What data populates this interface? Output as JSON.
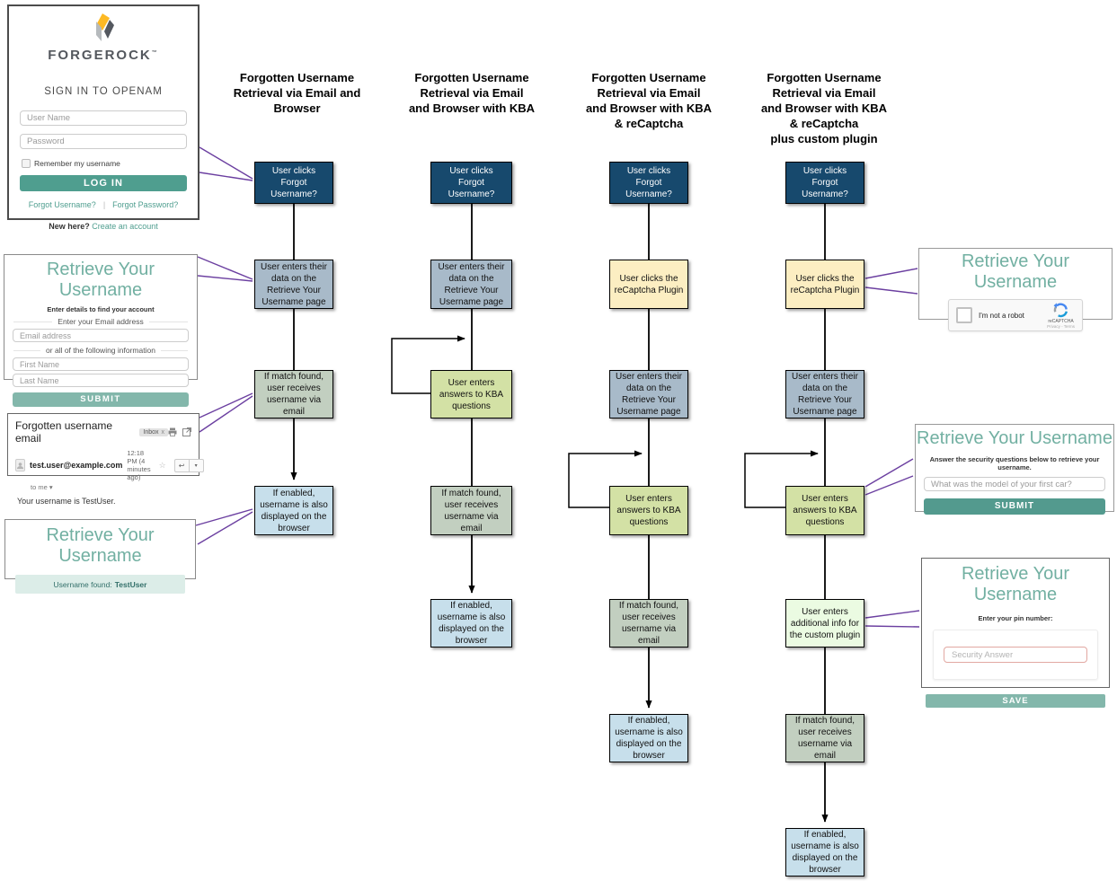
{
  "colors": {
    "accent_teal": "#4f9e8f",
    "title_teal": "#72b0a2",
    "node_dark_blue": "#17496d",
    "node_blue_gray": "#a8bac9",
    "node_gray_green": "#c2cfc0",
    "node_light_blue": "#c7dfeb",
    "node_kba_green": "#d3e1a5",
    "node_yellow": "#fceec2",
    "node_light_green": "#ebfbe2",
    "connector_purple": "#6b3fa0"
  },
  "icons": {
    "star": "☆",
    "reply": "↩",
    "caret": "▾",
    "trademark": "™"
  },
  "login": {
    "brand": "FORGEROCK",
    "heading": "SIGN IN TO OPENAM",
    "username_placeholder": "User Name",
    "password_placeholder": "Password",
    "remember_label": "Remember my username",
    "login_button": "LOG IN",
    "forgot_username_link": "Forgot Username?",
    "divider": "|",
    "forgot_password_link": "Forgot Password?",
    "new_here": "New here?",
    "create_account_link": "Create an account"
  },
  "retrieve_form": {
    "title": "Retrieve Your Username",
    "subtitle": "Enter details to find your account",
    "email_section_label": "Enter your Email address",
    "email_placeholder": "Email address",
    "or_label": "or all of the following information",
    "first_name_placeholder": "First Name",
    "last_name_placeholder": "Last Name",
    "submit_button": "SUBMIT"
  },
  "email": {
    "subject": "Forgotten username email",
    "inbox_label": "Inbox",
    "inbox_x": "x",
    "sender": "test.user@example.com",
    "timestamp": "12:18 PM (4 minutes ago)",
    "to_me": "to me",
    "body": "Your username is TestUser."
  },
  "found": {
    "title": "Retrieve Your Username",
    "message_prefix": "Username found:",
    "username": "TestUser"
  },
  "recaptcha_shot": {
    "title": "Retrieve Your Username",
    "checkbox_label": "I'm not a robot",
    "logo_label": "reCAPTCHA",
    "privacy_terms": "Privacy - Terms"
  },
  "kba_shot": {
    "title": "Retrieve Your Username",
    "instruction": "Answer the security questions below to retrieve your username.",
    "question_placeholder": "What was the model of your first car?",
    "submit_button": "SUBMIT"
  },
  "plugin_shot": {
    "title": "Retrieve Your Username",
    "instruction": "Enter your pin number:",
    "answer_placeholder": "Security Answer",
    "save_button": "SAVE"
  },
  "flows": [
    {
      "title": "Forgotten Username\nRetrieval via Email and\nBrowser",
      "steps": [
        {
          "label": "User clicks\nForgot\nUsername?"
        },
        {
          "label": "User enters their\ndata on the\nRetrieve Your\nUsername page"
        },
        {
          "label": "If match found,\nuser receives\nusername via\nemail"
        },
        {
          "label": "If enabled,\nusername is also\ndisplayed on the\nbrowser"
        }
      ]
    },
    {
      "title": "Forgotten Username\nRetrieval via Email\nand  Browser with KBA",
      "steps": [
        {
          "label": "User clicks\nForgot\nUsername?"
        },
        {
          "label": "User enters their\ndata on the\nRetrieve Your\nUsername page"
        },
        {
          "label": "User enters\nanswers to KBA\nquestions"
        },
        {
          "label": "If match found,\nuser receives\nusername via\nemail"
        },
        {
          "label": "If enabled,\nusername is also\ndisplayed on the\nbrowser"
        }
      ]
    },
    {
      "title": "Forgotten Username\nRetrieval via Email\nand  Browser with KBA\n& reCaptcha",
      "steps": [
        {
          "label": "User clicks\nForgot\nUsername?"
        },
        {
          "label": "User clicks the\nreCaptcha Plugin"
        },
        {
          "label": "User enters their\ndata on the\nRetrieve Your\nUsername page"
        },
        {
          "label": "User enters\nanswers to KBA\nquestions"
        },
        {
          "label": "If match found,\nuser receives\nusername via\nemail"
        },
        {
          "label": "If enabled,\nusername is also\ndisplayed on the\nbrowser"
        }
      ]
    },
    {
      "title": "Forgotten Username\nRetrieval via Email\nand  Browser with KBA\n& reCaptcha\nplus custom plugin",
      "steps": [
        {
          "label": "User clicks\nForgot\nUsername?"
        },
        {
          "label": "User clicks the\nreCaptcha Plugin"
        },
        {
          "label": "User enters their\ndata on the\nRetrieve Your\nUsername page"
        },
        {
          "label": "User enters\nanswers to KBA\nquestions"
        },
        {
          "label": "User enters\nadditional info for\nthe custom plugin"
        },
        {
          "label": "If match found,\nuser receives\nusername via\nemail"
        },
        {
          "label": "If enabled,\nusername is also\ndisplayed on the\nbrowser"
        }
      ]
    }
  ]
}
